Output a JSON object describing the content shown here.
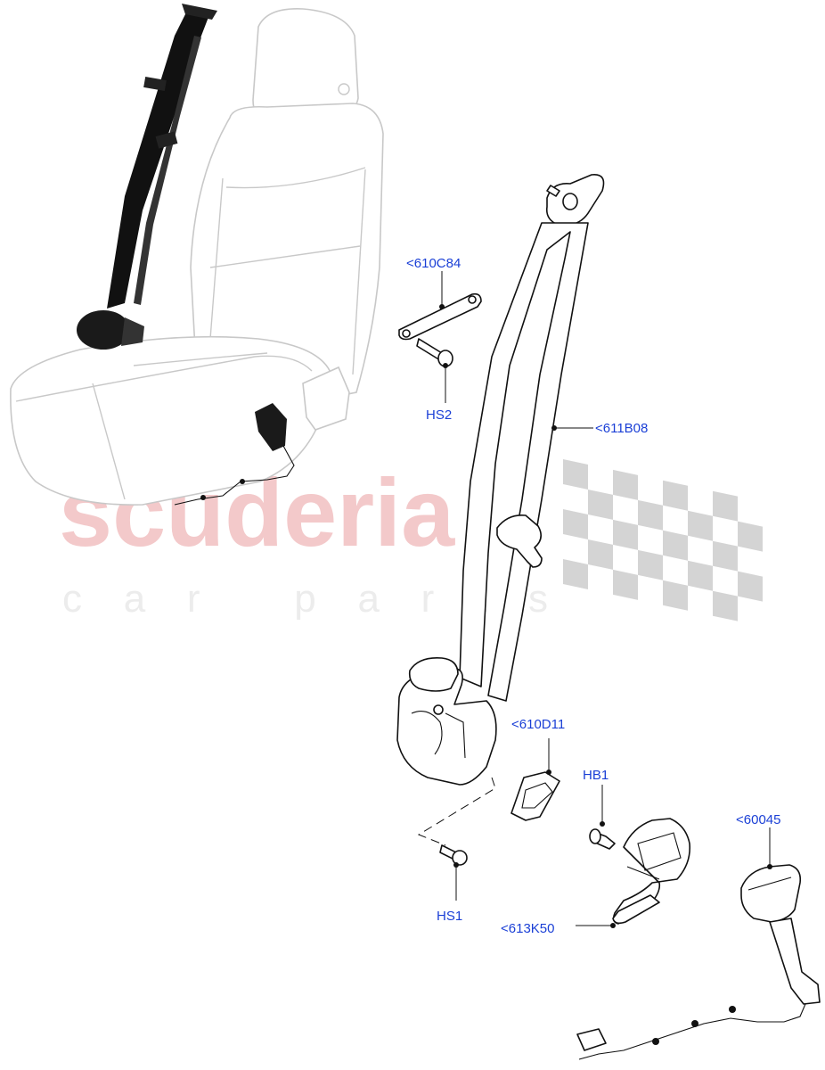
{
  "watermark": {
    "brand": "scuderia",
    "tagline": "car parts"
  },
  "callouts": {
    "c610C84": "<610C84",
    "HS2": "HS2",
    "c611B08": "<611B08",
    "c610D11": "<610D11",
    "HB1": "HB1",
    "c60045": "<60045",
    "HS1": "HS1",
    "c613K50": "<613K50"
  },
  "colors": {
    "callout_text": "#1a3fd6",
    "watermark_brand": "#f3c9ca",
    "watermark_tagline": "#ececec",
    "checker": "#d4d4d4"
  }
}
